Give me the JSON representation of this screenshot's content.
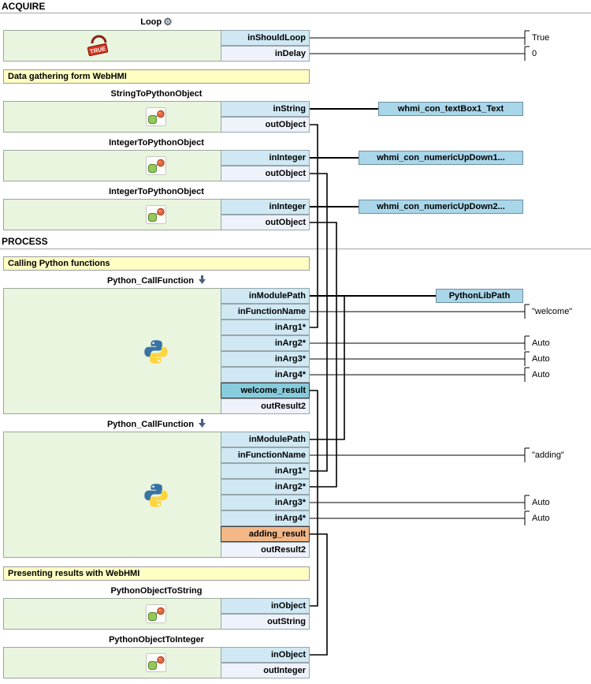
{
  "sections": [
    "ACQUIRE",
    "PROCESS"
  ],
  "banners": [
    "Data gathering form WebHMI",
    "Calling Python functions",
    "Presenting results with WebHMI"
  ],
  "blocks": [
    {
      "title": "Loop",
      "pins": [
        "inShouldLoop",
        "inDelay"
      ]
    },
    {
      "title": "StringToPythonObject",
      "pins": [
        "inString",
        "outObject"
      ]
    },
    {
      "title": "IntegerToPythonObject",
      "pins": [
        "inInteger",
        "outObject"
      ]
    },
    {
      "title": "IntegerToPythonObject",
      "pins": [
        "inInteger",
        "outObject"
      ]
    },
    {
      "title": "Python_CallFunction",
      "pins": [
        "inModulePath",
        "inFunctionName",
        "inArg1*",
        "inArg2*",
        "inArg3*",
        "inArg4*",
        "welcome_result",
        "outResult2"
      ]
    },
    {
      "title": "Python_CallFunction",
      "pins": [
        "inModulePath",
        "inFunctionName",
        "inArg1*",
        "inArg2*",
        "inArg3*",
        "inArg4*",
        "adding_result",
        "outResult2"
      ]
    },
    {
      "title": "PythonObjectToString",
      "pins": [
        "inObject",
        "outString"
      ]
    },
    {
      "title": "PythonObjectToInteger",
      "pins": [
        "inObject",
        "outInteger"
      ]
    }
  ],
  "sources": [
    {
      "label": "whmi_con_textBox1_Text"
    },
    {
      "label": "whmi_con_numericUpDown1..."
    },
    {
      "label": "whmi_con_numericUpDown2..."
    },
    {
      "label": "PythonLibPath"
    }
  ],
  "constants": [
    "True",
    "0",
    "\"welcome\"",
    "Auto",
    "Auto",
    "Auto",
    "\"adding\"",
    "Auto",
    "Auto"
  ],
  "glyphs": {
    "gear": "⚙",
    "loop_true": "TRUE"
  },
  "colors": {
    "block_bg": "#e9f5df",
    "pin_in": "#cfe8f4",
    "pin_out": "#eef2fb",
    "result_blue": "#87cbdc",
    "result_orange": "#f3b687",
    "banner_bg": "#ffffc4",
    "label_bg": "#a9d6e9",
    "wire": "#000000"
  }
}
